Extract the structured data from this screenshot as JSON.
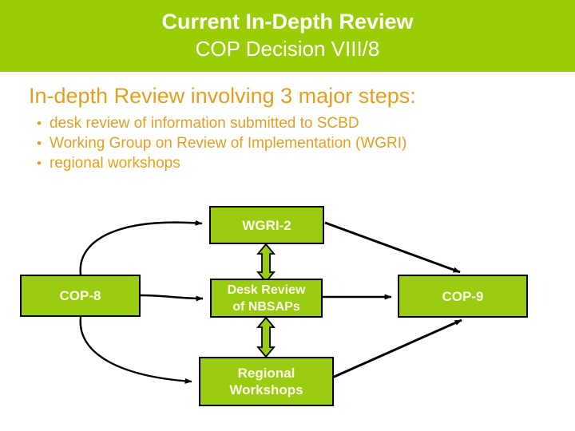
{
  "header": {
    "title_line1": "Current In-Depth Review",
    "title_line2": "COP Decision VIII/8",
    "background_color": "#9acd05",
    "text_color": "#ffffff"
  },
  "body": {
    "heading": "In-depth Review involving 3 major steps:",
    "text_color": "#e0a020",
    "bullets": [
      {
        "marker": "•",
        "text": "desk review of information submitted to SCBD"
      },
      {
        "marker": "•",
        "text": "Working Group on Review of Implementation (WGRI)"
      },
      {
        "marker": "•",
        "text": "regional workshops"
      }
    ]
  },
  "diagram": {
    "box_fill_color": "#9acd12",
    "box_border_color": "#000000",
    "box_text_color": "#fdf9e8",
    "arrow_color": "#000000",
    "double_arrow_fill": "#9acd12",
    "nodes": {
      "wgri2": {
        "label": "WGRI-2"
      },
      "cop8": {
        "label": "COP-8"
      },
      "desk_review": {
        "label": "Desk Review\nof NBSAPs"
      },
      "cop9": {
        "label": "COP-9"
      },
      "regional_workshops": {
        "label": "Regional\nWorkshops"
      }
    }
  }
}
